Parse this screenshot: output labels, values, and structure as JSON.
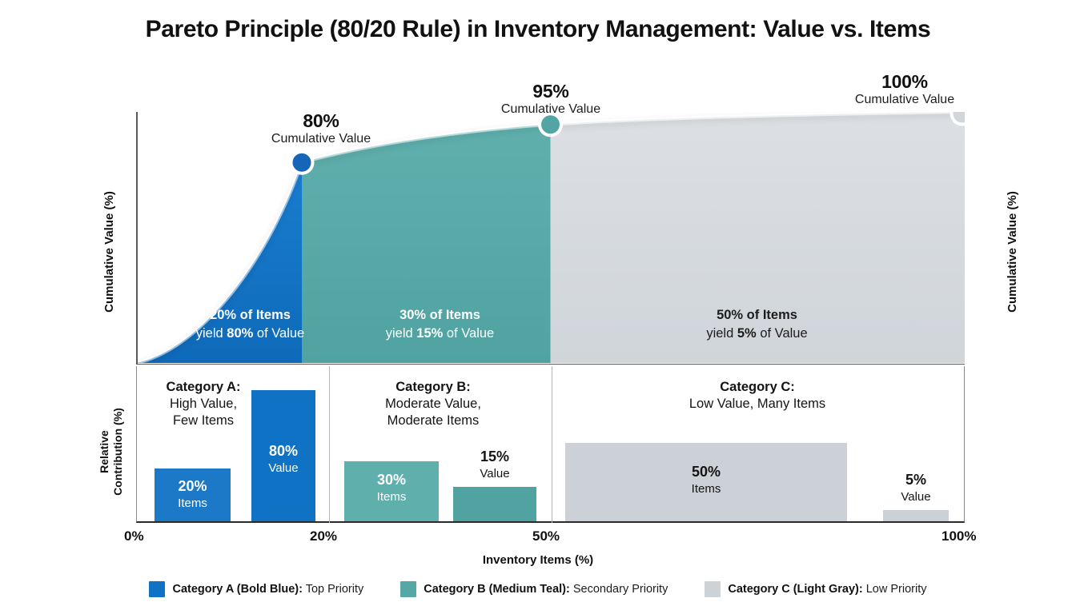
{
  "title": "Pareto Principle (80/20 Rule) in Inventory Management: Value vs. Items",
  "axes": {
    "y_left": "Cumulative Value (%)",
    "y_right": "Cumulative Value (%)",
    "y_bars_line1": "Relative",
    "y_bars_line2": "Contribution (%)",
    "x_title": "Inventory Items (%)",
    "x_ticks": [
      "0%",
      "20%",
      "50%",
      "100%"
    ]
  },
  "callouts": [
    {
      "value": "80%",
      "sub": "Cumulative Value"
    },
    {
      "value": "95%",
      "sub": "Cumulative Value"
    },
    {
      "value": "100%",
      "sub": "Cumulative Value"
    }
  ],
  "zones": [
    {
      "line1": "20% of Items",
      "pre": "yield ",
      "bold": "80%",
      "post": " of Value"
    },
    {
      "line1": "30% of Items",
      "pre": "yield ",
      "bold": "15%",
      "post": " of Value"
    },
    {
      "line1": "50% of Items",
      "pre": "yield ",
      "bold": "5%",
      "post": " of Value"
    }
  ],
  "categories": [
    {
      "head1": "Category A:",
      "head2": "High Value,\nFew Items"
    },
    {
      "head1": "Category B:",
      "head2": "Moderate Value,\nModerate Items"
    },
    {
      "head1": "Category C:",
      "head2": "Low Value, Many Items"
    }
  ],
  "bars": [
    {
      "value": "20%",
      "type": "Items"
    },
    {
      "value": "80%",
      "type": "Value"
    },
    {
      "value": "30%",
      "type": "Items"
    },
    {
      "value": "15%",
      "type": "Value"
    },
    {
      "value": "50%",
      "type": "Items"
    },
    {
      "value": "5%",
      "type": "Value"
    }
  ],
  "legend": [
    {
      "bold": "Category A (Bold Blue):",
      "rest": " Top Priority",
      "color": "#1072c4"
    },
    {
      "bold": "Category B (Medium Teal):",
      "rest": " Secondary Priority",
      "color": "#55a8a6"
    },
    {
      "bold": "Category C (Light Gray):",
      "rest": " Low Priority",
      "color": "#cdd2d7"
    }
  ],
  "colors": {
    "category_a": "#1072c4",
    "category_b": "#55a8a6",
    "category_c": "#d4d8dc",
    "axis": "#5a5a5a",
    "text": "#111111"
  },
  "chart_data": {
    "type": "area",
    "title": "Pareto Principle (80/20 Rule) in Inventory Management: Value vs. Items",
    "xlabel": "Inventory Items (%)",
    "ylabel": "Cumulative Value (%)",
    "xlim": [
      0,
      100
    ],
    "ylim": [
      0,
      100
    ],
    "grid": false,
    "legend_position": "bottom",
    "x_tick_values": [
      0,
      20,
      50,
      100
    ],
    "x_tick_labels": [
      "0%",
      "20%",
      "50%",
      "100%"
    ],
    "cumulative_curve": {
      "name": "Cumulative Value (%)",
      "x": [
        0,
        20,
        50,
        100
      ],
      "y": [
        0,
        80,
        95,
        100
      ],
      "markers": [
        {
          "x": 20,
          "y": 80,
          "label": "80%",
          "sublabel": "Cumulative Value",
          "color": "#1072c4"
        },
        {
          "x": 50,
          "y": 95,
          "label": "95%",
          "sublabel": "Cumulative Value",
          "color": "#55a8a6"
        },
        {
          "x": 100,
          "y": 100,
          "label": "100%",
          "sublabel": "Cumulative Value",
          "color": "#d4d8dc"
        }
      ]
    },
    "segments": [
      {
        "name": "Category A",
        "items_pct": 20,
        "value_pct": 80,
        "x_range": [
          0,
          20
        ],
        "color": "#1072c4",
        "description": "High Value, Few Items",
        "priority": "Top Priority"
      },
      {
        "name": "Category B",
        "items_pct": 30,
        "value_pct": 15,
        "x_range": [
          20,
          50
        ],
        "color": "#55a8a6",
        "description": "Moderate Value, Moderate Items",
        "priority": "Secondary Priority"
      },
      {
        "name": "Category C",
        "items_pct": 50,
        "value_pct": 5,
        "x_range": [
          50,
          100
        ],
        "color": "#d4d8dc",
        "description": "Low Value, Many Items",
        "priority": "Low Priority"
      }
    ],
    "bar_subchart": {
      "type": "bar",
      "ylabel": "Relative Contribution (%)",
      "categories": [
        "A Items",
        "A Value",
        "B Items",
        "B Value",
        "C Items",
        "C Value"
      ],
      "values": [
        20,
        80,
        30,
        15,
        50,
        5
      ],
      "series": [
        {
          "name": "Items",
          "values": [
            20,
            30,
            50
          ]
        },
        {
          "name": "Value",
          "values": [
            80,
            15,
            5
          ]
        }
      ]
    }
  }
}
